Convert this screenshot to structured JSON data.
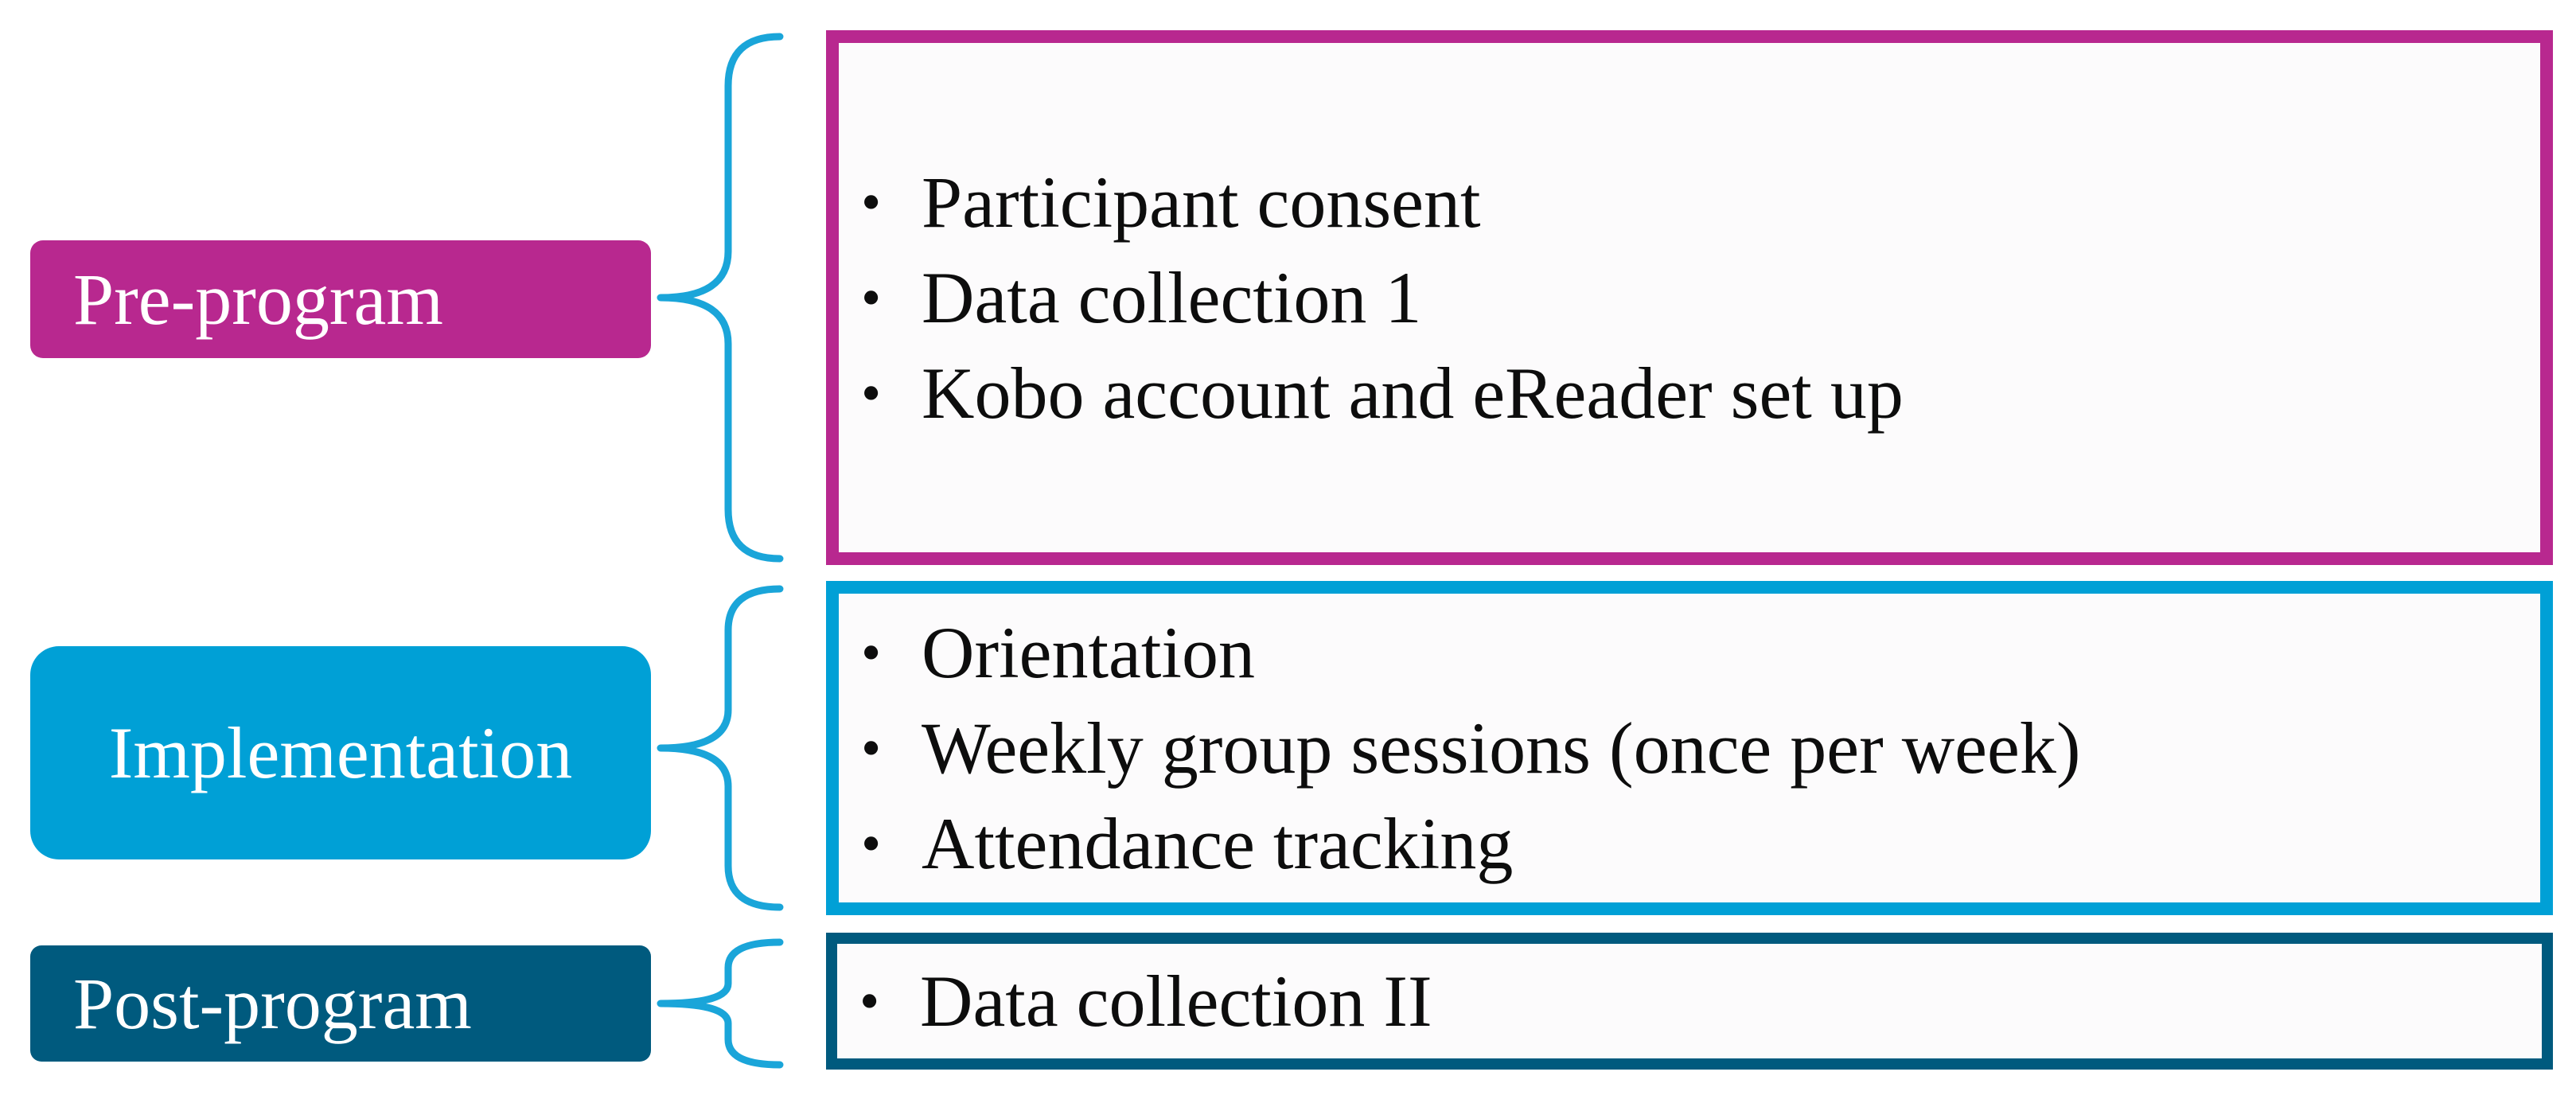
{
  "colors": {
    "pre_program": "#b8288f",
    "implementation": "#00a0d6",
    "post_program": "#005a7e",
    "brace": "#1aa5d9"
  },
  "stages": [
    {
      "label": "Pre-program",
      "items": [
        "Participant consent",
        "Data collection 1",
        "Kobo account and eReader set up"
      ]
    },
    {
      "label": "Implementation",
      "items": [
        "Orientation",
        "Weekly group sessions (once per week)",
        "Attendance tracking"
      ]
    },
    {
      "label": "Post-program",
      "items": [
        "Data collection II"
      ]
    }
  ]
}
